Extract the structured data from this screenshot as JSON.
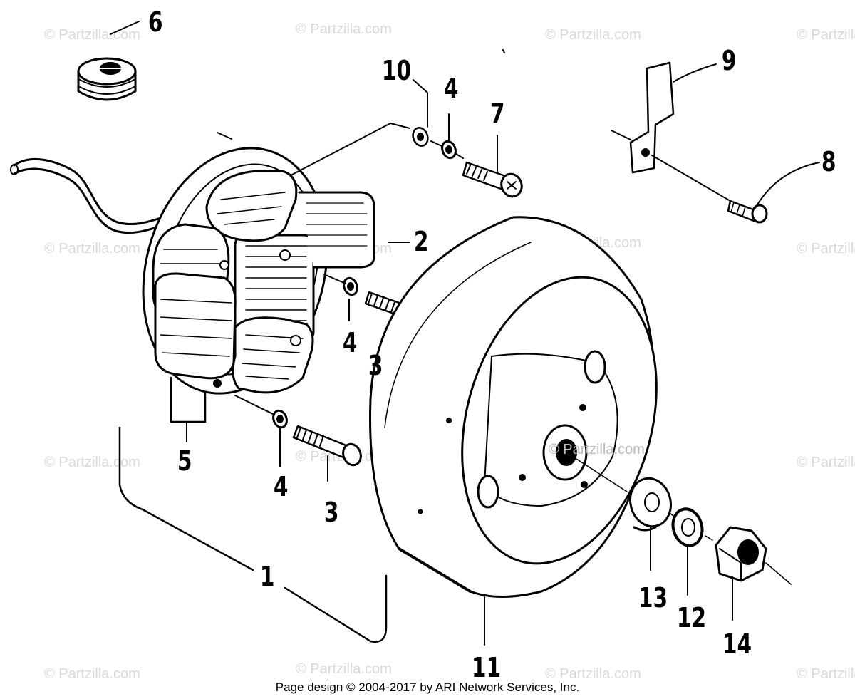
{
  "watermark": "© Partzilla.com",
  "footer": "Page design © 2004-2017 by ARI Network Services, Inc.",
  "callouts": {
    "c1": "1",
    "c2": "2",
    "c3a": "3",
    "c3b": "3",
    "c4a": "4",
    "c4b": "4",
    "c4c": "4",
    "c5": "5",
    "c6": "6",
    "c7": "7",
    "c8": "8",
    "c9": "9",
    "c10": "10",
    "c11": "11",
    "c12": "12",
    "c13": "13",
    "c14": "14"
  }
}
